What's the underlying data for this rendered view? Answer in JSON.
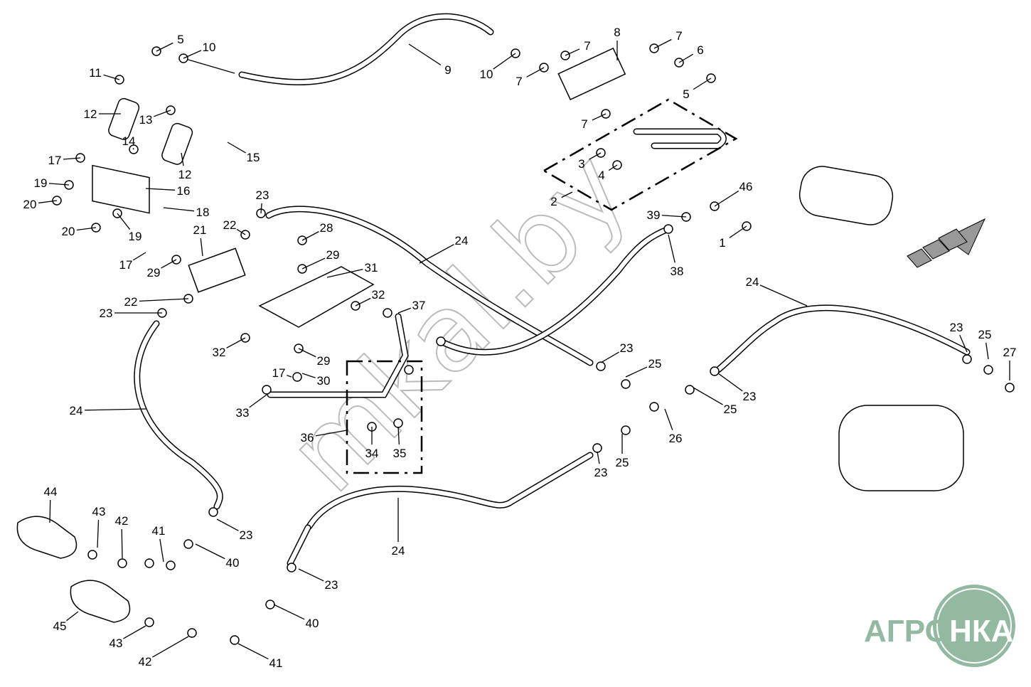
{
  "diagram": {
    "callouts": [
      "5",
      "10",
      "9",
      "10",
      "7",
      "7",
      "8",
      "7",
      "6",
      "5",
      "7",
      "11",
      "12",
      "13",
      "14",
      "15",
      "17",
      "12",
      "16",
      "19",
      "20",
      "18",
      "20",
      "19",
      "3",
      "4",
      "2",
      "46",
      "39",
      "1",
      "23",
      "22",
      "21",
      "28",
      "29",
      "31",
      "24",
      "17",
      "29",
      "22",
      "23",
      "32",
      "37",
      "38",
      "24",
      "32",
      "29",
      "17",
      "30",
      "23",
      "25",
      "23",
      "25",
      "27",
      "23",
      "25",
      "26",
      "33",
      "36",
      "34",
      "35",
      "24",
      "23",
      "25",
      "44",
      "43",
      "42",
      "41",
      "23",
      "40",
      "24",
      "23",
      "40",
      "45",
      "43",
      "42",
      "41"
    ]
  },
  "watermark": "mkal.by",
  "logo": {
    "text_left": "АГРО",
    "text_right": "НКА",
    "color": "#93b9a0"
  },
  "colors": {
    "line": "#000000",
    "watermark": "#bbbbbb"
  }
}
